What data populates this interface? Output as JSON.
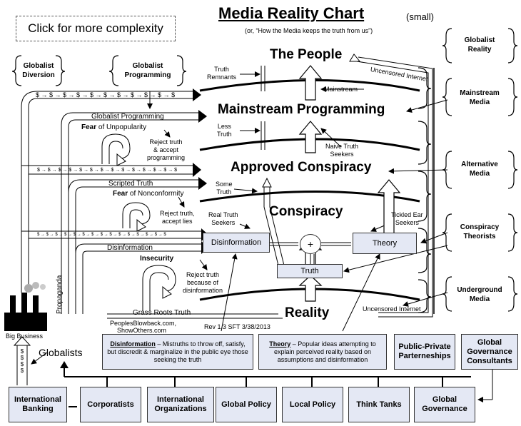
{
  "title": "Media Reality Chart",
  "title_suffix": "(small)",
  "subtitle": "(or, “How the Media keeps the truth from us”)",
  "click_more": "Click for more complexity",
  "layers": {
    "people": "The People",
    "mainstream": "Mainstream Programming",
    "approved": "Approved Conspiracy",
    "conspiracy": "Conspiracy",
    "reality": "Reality"
  },
  "right_labels": {
    "globalist_reality": "Globalist Reality",
    "mainstream_media": "Mainstream Media",
    "alternative_media": "Alternative Media",
    "conspiracy_theorists": "Conspiracy Theorists",
    "underground_media": "Underground Media"
  },
  "left_labels": {
    "globalist_diversion": "Globalist Diversion",
    "globalist_programming": "Globalist Programming"
  },
  "streams": {
    "globalist_programming": "Globalist Programming",
    "scripted_truth": "Scripted Truth",
    "disinformation": "Disinformation",
    "grass_roots_truth": "Grass Roots Truth",
    "propaganda": "Propaganda",
    "money_row": "$ → $ → $ → $ → $ → $ → $ → $ → $ → $ → $",
    "money_row_2": "$ → $ → $ → $ → $ → $ → $ → $ → $ → $ → $ → $ → $ → $",
    "money_row_3": "$ → $ → $ → $ → $ → $ → $ → $ → $ → $ → $ → $ → $ → $ → $"
  },
  "loops": {
    "fear_unpopularity_bold": "Fear",
    "fear_unpopularity": " of Unpopularity",
    "reject_1": "Reject truth\n& accept\nprogramming",
    "fear_nonconformity_bold": "Fear",
    "fear_nonconformity": " of Nonconformity",
    "reject_2": "Reject truth,\naccept lies",
    "insecurity": "Insecurity",
    "reject_3": "Reject truth\nbecause of\ndisinformation"
  },
  "truth_labels": {
    "remnants": "Truth\nRemnants",
    "less": "Less\nTruth",
    "some": "Some\nTruth",
    "real_seekers": "Real Truth\nSeekers",
    "naive": "Naive Truth\nSeekers",
    "tickled": "Tickled Ear\nSeekers",
    "mainstream_arrow": "Mainstream",
    "uncensored_top": "Uncensored Internet",
    "uncensored_bottom": "Uncensored Internet"
  },
  "process": {
    "disinformation": "Disinformation",
    "plus": "+",
    "theory": "Theory",
    "truth": "Truth"
  },
  "credits": {
    "site1": "PeoplesBlowback.com,",
    "site2": "ShowOthers.com",
    "rev": "Rev 1.3 SFT 3/38/2013"
  },
  "definitions": {
    "disinfo_term": "Disinformation",
    "disinfo_text": " – Mistruths to throw off, satisfy, but discredit & marginalize in the public eye those seeking the truth",
    "theory_term": "Theory",
    "theory_text": " – Popular ideas attempting to explain perceived reality based on assumptions and disinformation"
  },
  "actors": {
    "big_business": "Big Business",
    "globalists": "Globalists",
    "money_vertical": "$ $ $ $"
  },
  "bottom_boxes": {
    "international_banking": "International Banking",
    "corporatists": "Corporatists",
    "international_orgs": "International Organizations",
    "global_policy": "Global Policy",
    "local_policy": "Local Policy",
    "think_tanks": "Think Tanks",
    "global_governance": "Global Governance",
    "ppp": "Public-Private Parterneships",
    "ggc": "Global Governance Consultants"
  }
}
